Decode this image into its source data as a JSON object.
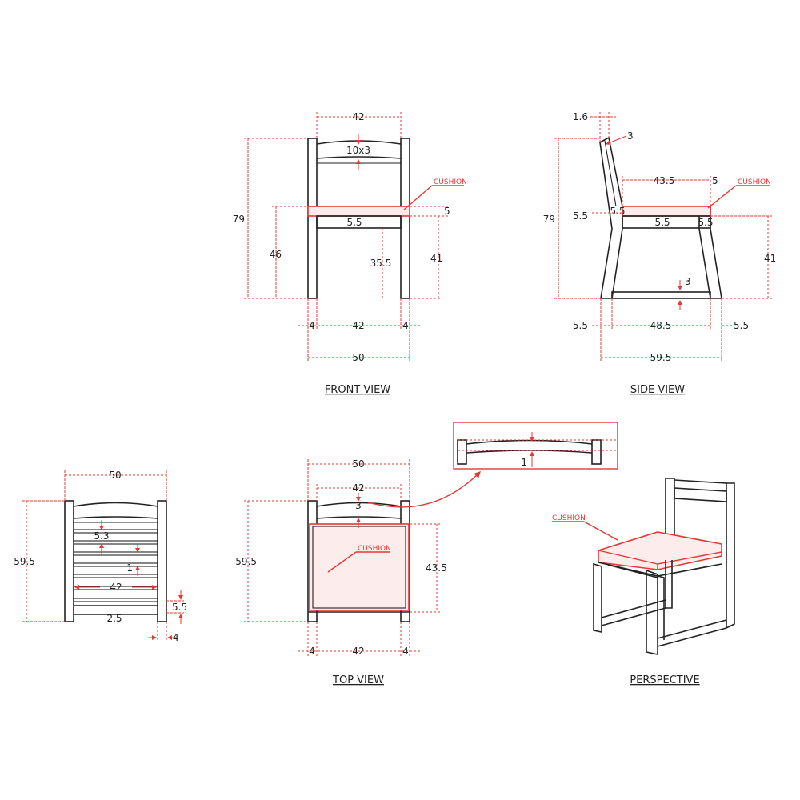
{
  "titles": {
    "front": "FRONT VIEW",
    "side": "SIDE VIEW",
    "top": "TOP VIEW",
    "perspective": "PERSPECTIVE"
  },
  "labels": {
    "cushion": "CUSHION"
  },
  "front": {
    "top_width": "42",
    "backrest": "10x3",
    "height": "79",
    "seat_height": "46",
    "seat_rail": "5.5",
    "cushion_thk": "5",
    "stretcher_h": "35.5",
    "leg_h": "41",
    "leg_l": "4",
    "inner": "42",
    "leg_r": "4",
    "overall": "50"
  },
  "side": {
    "tilt": "1.6",
    "back_thk": "3",
    "height": "79",
    "seat_depth": "43.5",
    "cushion_thk": "5",
    "rail_l": "5.5",
    "rail_l2": "5.5",
    "rail_mid": "5.5",
    "rail_r": "5.5",
    "leg_h": "41",
    "bottom_thk": "3",
    "foot_l": "5.5",
    "base": "48.5",
    "foot_r": "5.5",
    "overall": "59.5"
  },
  "under": {
    "width": "50",
    "depth": "59.5",
    "slat_gap": "5.3",
    "slat_thk": "1",
    "slat_len": "42",
    "gap": "2.5",
    "leg_sq": "5.5",
    "leg_w": "4"
  },
  "top": {
    "width": "50",
    "inner": "42",
    "back_thk": "3",
    "depth": "59.5",
    "cushion_depth": "43.5",
    "leg_l": "4",
    "seat": "42",
    "leg_r": "4"
  },
  "detail": {
    "thk": "1"
  }
}
